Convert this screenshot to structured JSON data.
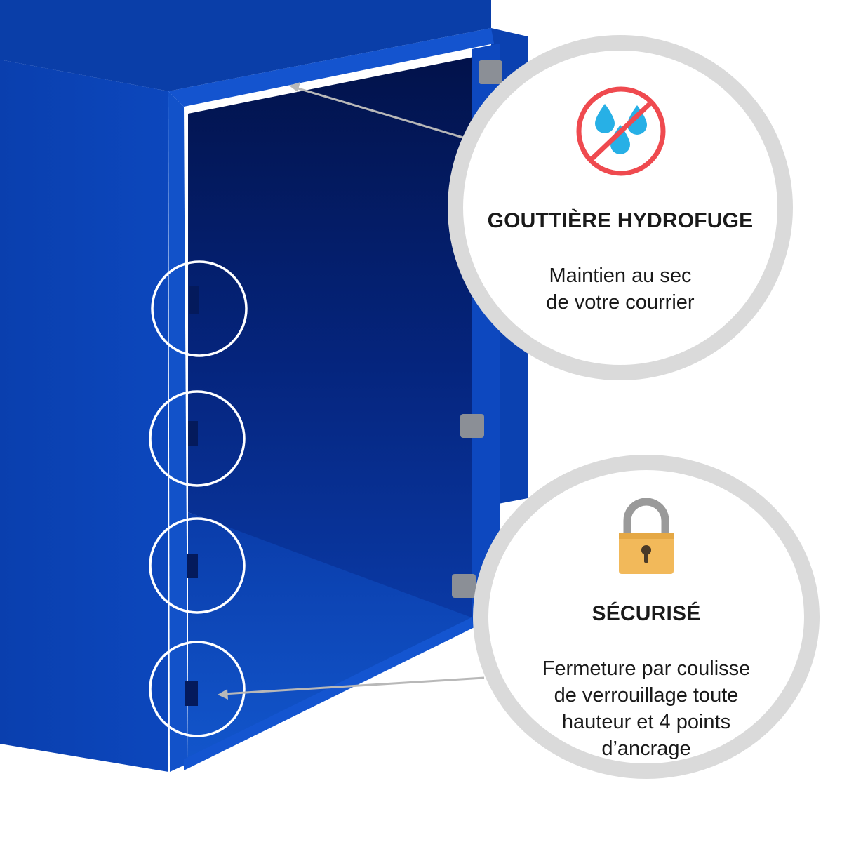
{
  "features": {
    "gutter": {
      "title": "GOUTTIÈRE HYDROFUGE",
      "lines": [
        "Maintien au sec",
        "de votre courrier"
      ],
      "icon": "no-water-icon"
    },
    "secure": {
      "title": "SÉCURISÉ",
      "lines": [
        "Fermeture par coulisse",
        "de verrouillage toute",
        "hauteur et 4 points",
        "d’ancrage"
      ],
      "icon": "padlock-icon"
    }
  },
  "colors": {
    "box_blue": "#0c45b6",
    "callout_ring": "#dadada",
    "prohibition_red": "#ef4a4f",
    "water_drop": "#27b0e6",
    "padlock_body": "#f2b95a"
  }
}
